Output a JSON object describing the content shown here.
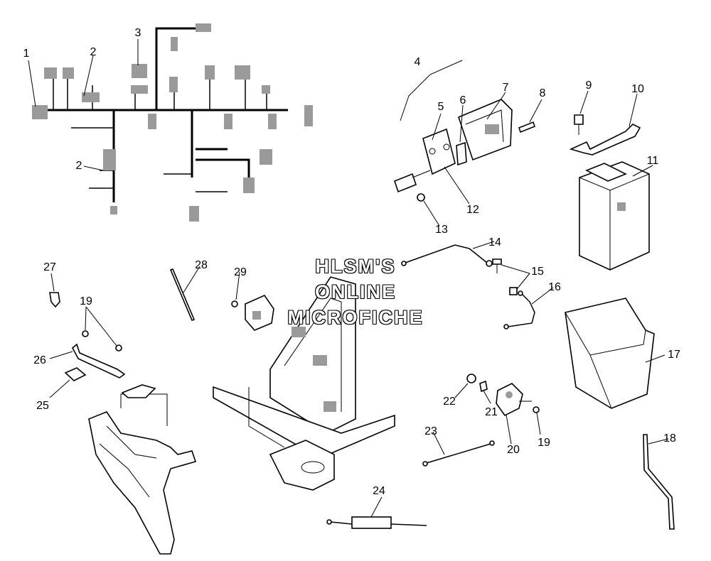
{
  "callouts": {
    "c1": "1",
    "c2a": "2",
    "c2b": "2",
    "c3": "3",
    "c4": "4",
    "c5": "5",
    "c6": "6",
    "c7": "7",
    "c8": "8",
    "c9": "9",
    "c10": "10",
    "c11": "11",
    "c12": "12",
    "c13": "13",
    "c14": "14",
    "c15": "15",
    "c16": "16",
    "c17": "17",
    "c18": "18",
    "c19a": "19",
    "c19b": "19",
    "c20": "20",
    "c21": "21",
    "c22": "22",
    "c23": "23",
    "c24": "24",
    "c25": "25",
    "c26": "26",
    "c27": "27",
    "c28": "28",
    "c29": "29"
  },
  "watermark": {
    "line1": "HLSM'S",
    "line2": "ONLINE",
    "line3": "MICROFICHE"
  }
}
